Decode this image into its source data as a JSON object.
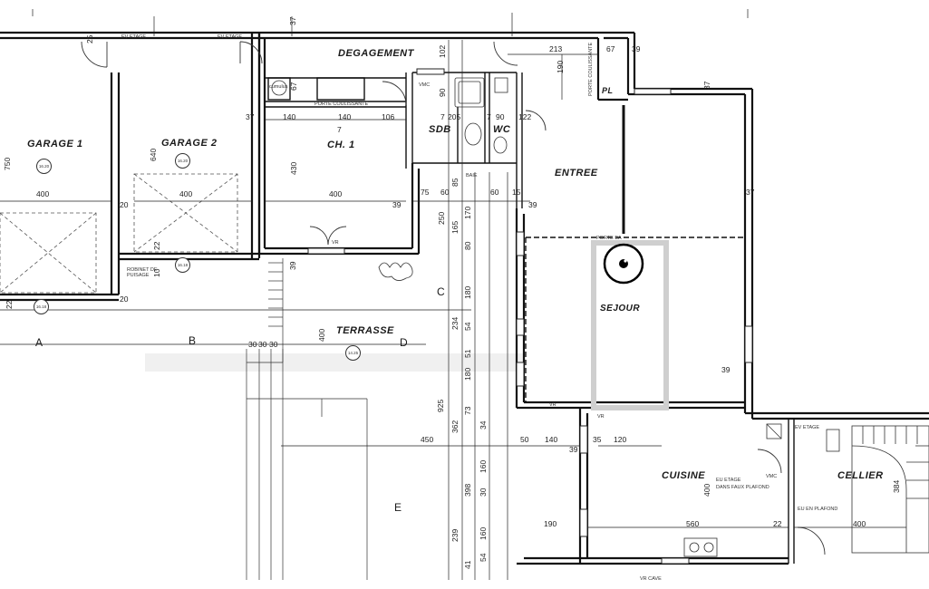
{
  "rooms": {
    "garage1": "GARAGE 1",
    "garage2": "GARAGE 2",
    "degagement": "DEGAGEMENT",
    "ch1": "CH. 1",
    "sdb": "SDB",
    "wc": "WC",
    "entree": "ENTREE",
    "sejour": "SEJOUR",
    "terrasse": "TERRASSE",
    "cuisine": "CUISINE",
    "cellier": "CELLIER",
    "pl": "PL"
  },
  "areas": {
    "garage1": "16.20",
    "garage2": "16.20",
    "terrasse": "14.25",
    "g1b": "16.18",
    "g2b": "16.18"
  },
  "notes": {
    "ev_etage_1": "EV ETAGE",
    "ev_etage_2": "EV ETAGE",
    "ev_etage_3": "EV ETAGE",
    "vmc_1": "VMC",
    "vmc_2": "VMC",
    "porte_coulissante_1": "PORTE COULISSANTE",
    "porte_coulissante_2": "PORTE COULISSANTE",
    "robinet": "ROBINET DE PUISAGE",
    "cumulus": "cumulus",
    "eu_etage": "EU ETAGE",
    "faux_plafond": "DANS FAUX PLAFOND",
    "eu_plafond": "EU EN PLAFOND",
    "vr_1": "VR",
    "vr_2": "VR",
    "vr_3": "VR",
    "vr_cave": "VR CAVE",
    "porte_ba": "PORTE BA",
    "baie": "BAIE"
  },
  "sections": {
    "a": "A",
    "b": "B",
    "c": "C",
    "d": "D",
    "e": "E"
  },
  "dims": {
    "d750": "750",
    "d640": "640",
    "d400a": "400",
    "d400b": "400",
    "d400c": "400",
    "d400d": "400",
    "d400e": "400",
    "d400f": "400",
    "d37a": "37",
    "d37b": "37",
    "d37c": "37",
    "d37d": "37",
    "d140a": "140",
    "d140b": "140",
    "d106": "106",
    "d430": "430",
    "d205": "205",
    "d90a": "90",
    "d90b": "90",
    "d122": "122",
    "d213": "213",
    "d67a": "67",
    "d67b": "67",
    "d39a": "39",
    "d39b": "39",
    "d39c": "39",
    "d39d": "39",
    "d39e": "39",
    "d39f": "39",
    "d190a": "190",
    "d190b": "190",
    "d75": "75",
    "d60a": "60",
    "d60b": "60",
    "d15": "15",
    "d250": "250",
    "d170": "170",
    "d165": "165",
    "d80": "80",
    "d180a": "180",
    "d180b": "180",
    "d234": "234",
    "d54a": "54",
    "d54b": "54",
    "d362": "362",
    "d73": "73",
    "d925": "925",
    "d450": "450",
    "d50": "50",
    "d140c": "140",
    "d35": "35",
    "d120": "120",
    "d398": "398",
    "d30a": "30",
    "d30b": "30",
    "d30c": "30",
    "d30d": "30",
    "d160a": "160",
    "d160b": "160",
    "d239": "239",
    "d560": "560",
    "d22a": "22",
    "d22b": "22",
    "d22c": "22",
    "d20a": "20",
    "d20b": "20",
    "d10": "10",
    "d25": "25",
    "d384": "384",
    "d102": "102",
    "d85": "85",
    "d7a": "7",
    "d7b": "7",
    "d7c": "7",
    "d41": "41",
    "d51": "51",
    "d34": "34"
  }
}
